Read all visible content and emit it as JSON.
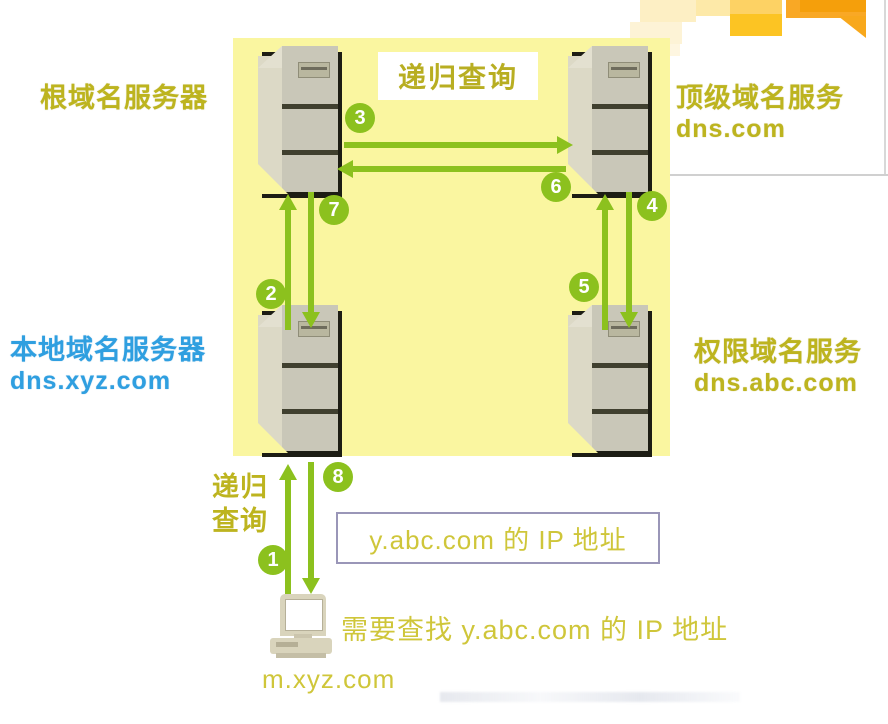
{
  "diagram": {
    "title_box": {
      "label": "递归查询"
    },
    "panel_color": "#faf6a0",
    "accent_green": "#8cc11e",
    "nodes": [
      {
        "id": "root-dns-server",
        "cn": "根域名服务器",
        "en": "",
        "color": "#bdb41f"
      },
      {
        "id": "tld-dns-server",
        "cn": "顶级域名服务",
        "en": "dns.com",
        "color": "#bdb41f"
      },
      {
        "id": "local-dns-server",
        "cn": "本地域名服务器",
        "en": "dns.xyz.com",
        "color": "#2f9fe0"
      },
      {
        "id": "authoritative-server",
        "cn": "权限域名服务",
        "en": "dns.abc.com",
        "color": "#bdb41f"
      },
      {
        "id": "client-host",
        "cn": "",
        "en": "m.xyz.com",
        "color": "#cfc63a"
      }
    ],
    "steps": [
      {
        "n": "1",
        "from": "client-host",
        "to": "local-dns-server",
        "dir": "up"
      },
      {
        "n": "2",
        "from": "local-dns-server",
        "to": "root-dns-server",
        "dir": "up"
      },
      {
        "n": "3",
        "from": "root-dns-server",
        "to": "tld-dns-server",
        "dir": "right"
      },
      {
        "n": "4",
        "from": "tld-dns-server",
        "to": "authoritative-server",
        "dir": "down"
      },
      {
        "n": "5",
        "from": "authoritative-server",
        "to": "tld-dns-server",
        "dir": "up"
      },
      {
        "n": "6",
        "from": "tld-dns-server",
        "to": "root-dns-server",
        "dir": "left"
      },
      {
        "n": "7",
        "from": "root-dns-server",
        "to": "local-dns-server",
        "dir": "down"
      },
      {
        "n": "8",
        "from": "local-dns-server",
        "to": "client-host",
        "dir": "down"
      }
    ],
    "recursive_left": {
      "line1": "递归",
      "line2": "查询"
    },
    "ip_box": {
      "label": "y.abc.com 的 IP 地址"
    },
    "bottom_query": {
      "label": "需要查找 y.abc.com 的 IP 地址"
    }
  }
}
